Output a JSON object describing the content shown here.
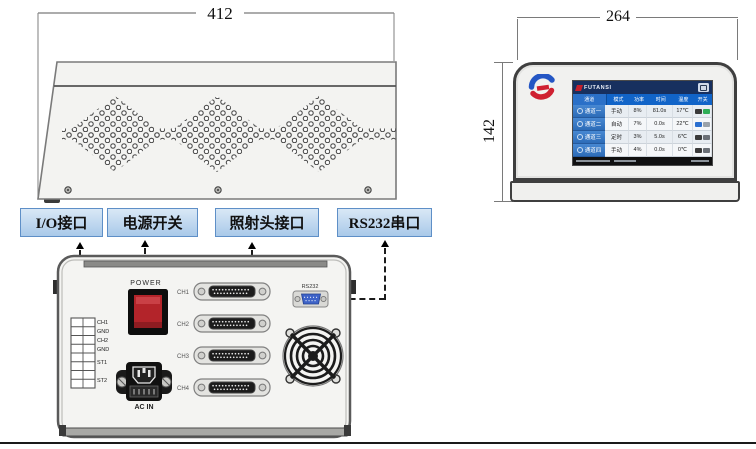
{
  "side_view": {
    "dim_width": "412"
  },
  "front_view": {
    "dim_width": "264",
    "dim_height": "142"
  },
  "callouts": {
    "io": "I/O接口",
    "power": "电源开关",
    "head": "照射头接口",
    "rs232": "RS232串口"
  },
  "rear_panel": {
    "power_label": "POWER",
    "ac_in_label": "AC IN",
    "rs232_label": "RS232",
    "ch_labels": [
      "CH1",
      "CH2",
      "CH3",
      "CH4"
    ],
    "terminal_labels": [
      "CH1",
      "GND",
      "CH2",
      "GND",
      "ST1",
      "ST2"
    ]
  },
  "screen": {
    "brand": "FUTANSI",
    "columns": [
      "通道",
      "模式",
      "功率",
      "时间",
      "温度",
      "开关"
    ],
    "rows": [
      {
        "channel": "通道一",
        "mode": "手动",
        "power": "8%",
        "time": "81.0s",
        "temp": "17℃"
      },
      {
        "channel": "通道二",
        "mode": "自动",
        "power": "7%",
        "time": "0.0s",
        "temp": "22℃"
      },
      {
        "channel": "通道三",
        "mode": "定时",
        "power": "3%",
        "time": "5.0s",
        "temp": "6℃"
      },
      {
        "channel": "通道四",
        "mode": "手动",
        "power": "4%",
        "time": "0.0s",
        "temp": "0℃"
      }
    ]
  },
  "colors": {
    "callout_fill": "#cfe2f4",
    "callout_border": "#5e8fc7",
    "power_switch_red": "#b3242a",
    "rs232_blue": "#3e63c8",
    "screen_header_navy": "#17305f",
    "screen_table_blue": "#1164c8",
    "logo_blue": "#2456c4",
    "logo_red": "#cf2030"
  }
}
